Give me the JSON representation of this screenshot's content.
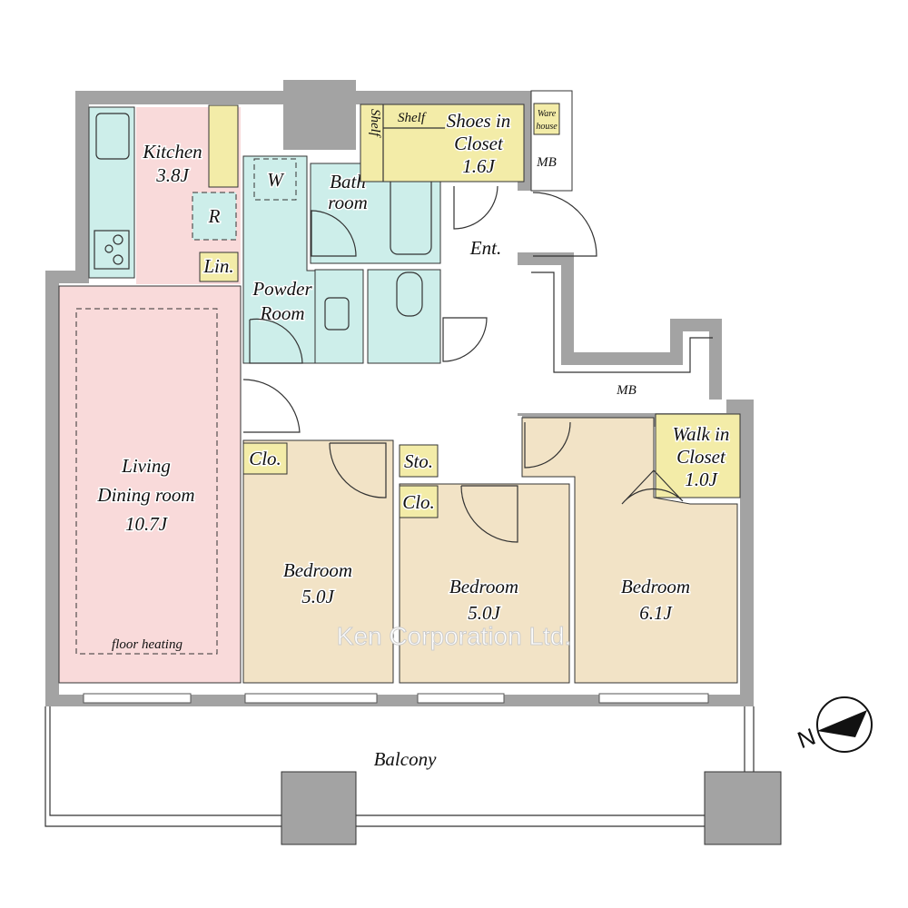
{
  "colors": {
    "wall": "#a3a3a3",
    "living": "#f9dada",
    "wet": "#cdeeea",
    "storage": "#f3eca8",
    "bedroom": "#f2e3c6"
  },
  "rooms": {
    "kitchen": {
      "name": "Kitchen",
      "size": "3.8J"
    },
    "living": {
      "name1": "Living",
      "name2": "Dining room",
      "size": "10.7J",
      "note": "floor heating"
    },
    "refrigerator": "R",
    "washer": "W",
    "linen": "Lin.",
    "bath": {
      "name1": "Bath",
      "name2": "room"
    },
    "powder": {
      "name1": "Powder",
      "name2": "Room"
    },
    "shelf1": "Shelf",
    "shelf2": "Shelf",
    "shoes": {
      "name1": "Shoes in",
      "name2": "Closet",
      "size": "1.6J"
    },
    "warehouse": {
      "name1": "Ware",
      "name2": "house"
    },
    "mb_top": "MB",
    "mb_corridor": "MB",
    "entrance": "Ent.",
    "walkin": {
      "name1": "Walk in",
      "name2": "Closet",
      "size": "1.0J"
    },
    "closet1": "Clo.",
    "closet2": "Clo.",
    "storage": "Sto.",
    "bedroom1": {
      "name": "Bedroom",
      "size": "5.0J"
    },
    "bedroom2": {
      "name": "Bedroom",
      "size": "5.0J"
    },
    "bedroom3": {
      "name": "Bedroom",
      "size": "6.1J"
    },
    "balcony": "Balcony"
  },
  "watermark": "Ken Corporation Ltd.",
  "compass": {
    "label": "N",
    "icon": "north-arrow-icon"
  }
}
